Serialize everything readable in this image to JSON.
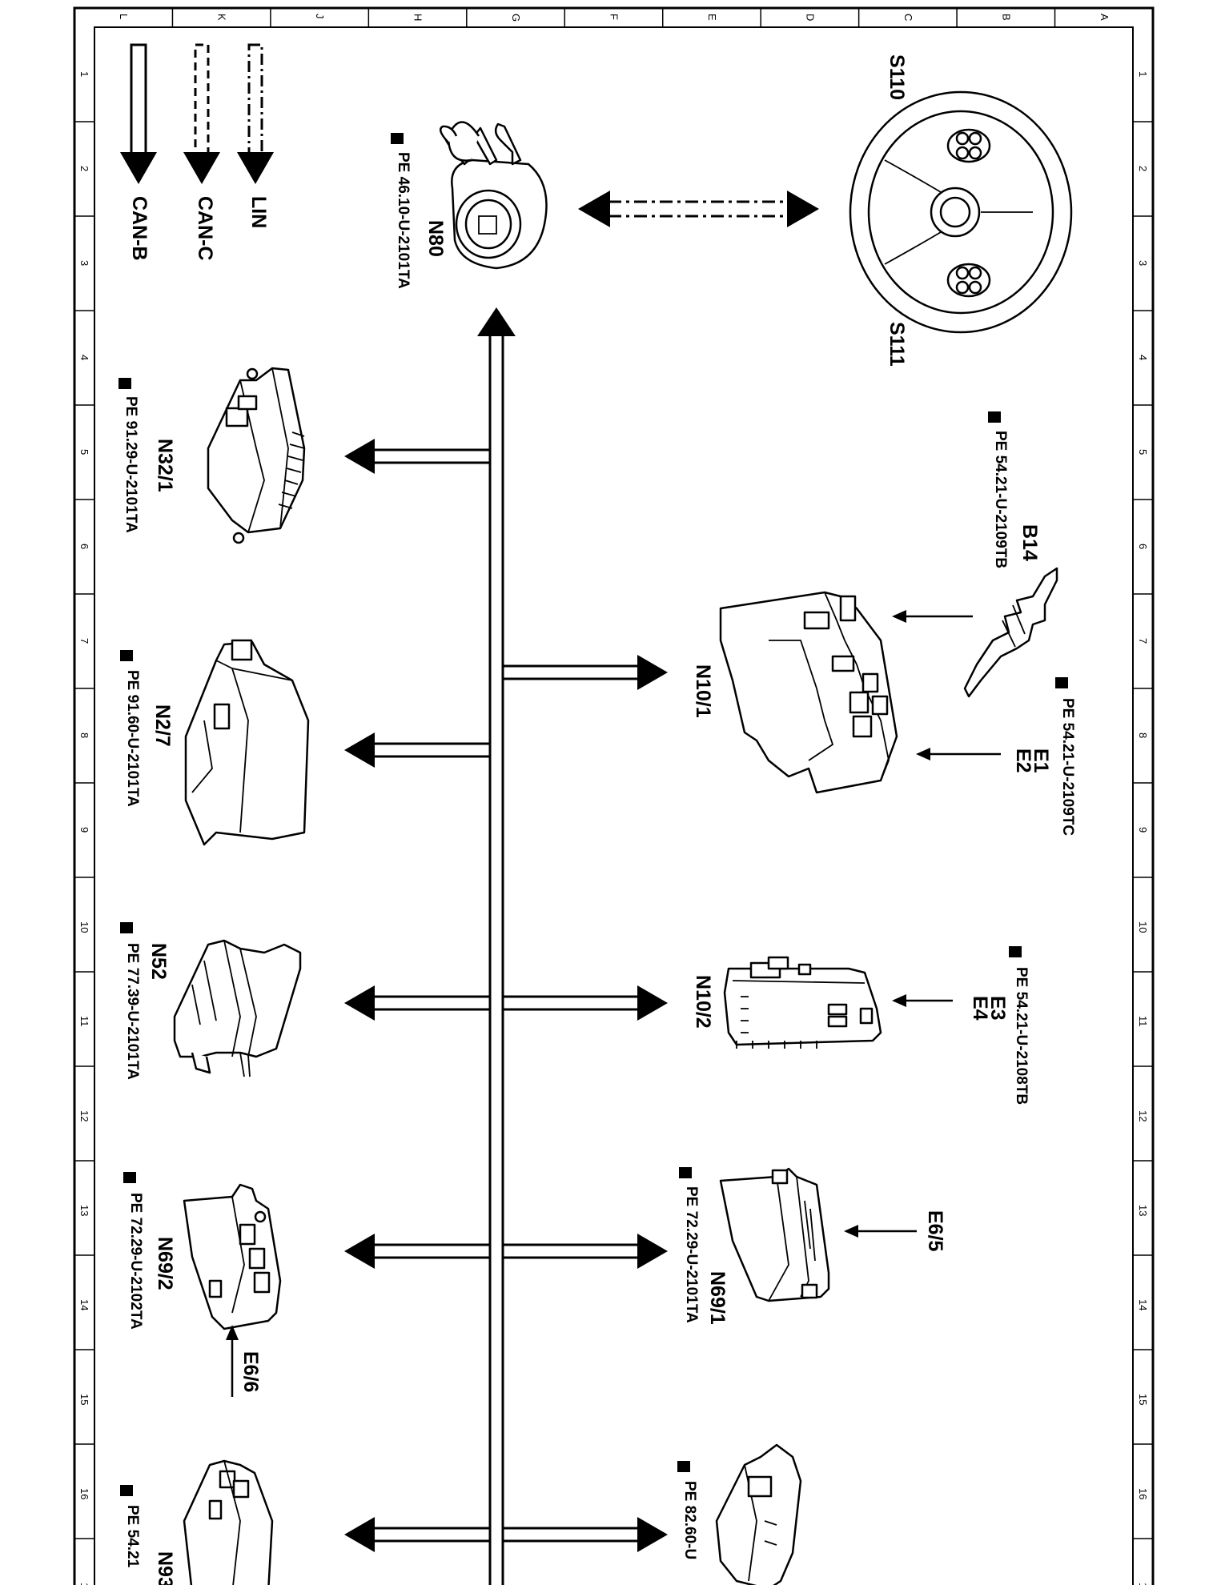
{
  "colors": {
    "line": "#000000",
    "background": "#ffffff"
  },
  "grid": {
    "letters": [
      "L",
      "K",
      "J",
      "H",
      "G",
      "F",
      "E",
      "D",
      "C",
      "B",
      "A"
    ],
    "numbers": [
      "1",
      "2",
      "3",
      "4",
      "5",
      "6",
      "7",
      "8",
      "9",
      "10",
      "11",
      "12",
      "13",
      "14",
      "15",
      "16",
      "1"
    ]
  },
  "legend": {
    "lin": "LIN",
    "can_c": "CAN-C",
    "can_b": "CAN-B"
  },
  "components": {
    "s110": "S110",
    "s111": "S111",
    "n80": "N80",
    "n80_ref": "PE 46.10-U-2101TA",
    "b14": "B14",
    "b14_ref": "PE 54.21-U-2109TB",
    "n10_1": "N10/1",
    "e1": "E1",
    "e2": "E2",
    "n10_1_ref": "PE 54.21-U-2109TC",
    "n32_1": "N32/1",
    "n32_1_ref": "PE 91.29-U-2101TA",
    "n2_7": "N2/7",
    "n2_7_ref": "PE 91.60-U-2101TA",
    "n52": "N52",
    "n52_ref": "PE 77.39-U-2101TA",
    "n10_2": "N10/2",
    "e3": "E3",
    "e4": "E4",
    "n10_2_ref": "PE 54.21-U-2108TB",
    "n69_1": "N69/1",
    "n69_1_ref": "PE 72.29-U-2101TA",
    "e6_5": "E6/5",
    "n69_2": "N69/2",
    "n69_2_ref": "PE 72.29-U-2102TA",
    "e6_6": "E6/6",
    "n93_partial": "N93",
    "n93_ref_partial": "PE 54.21",
    "bottom_right_ref_partial": "PE 82.60-U"
  }
}
